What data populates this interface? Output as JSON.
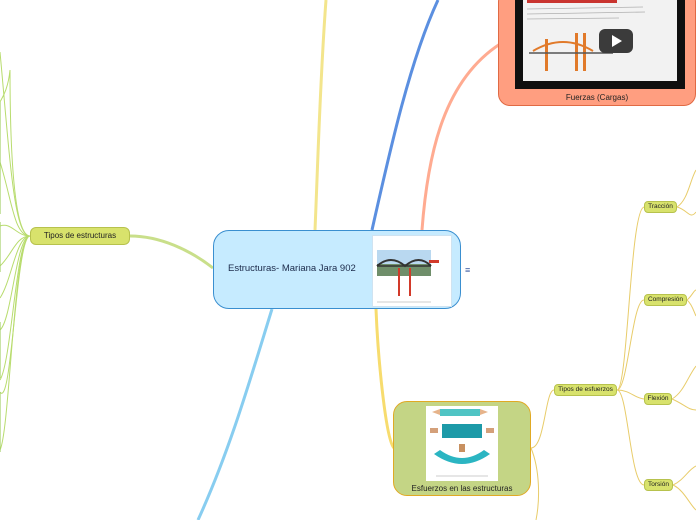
{
  "central": {
    "label": "Estructuras- Mariana Jara 902",
    "notes_icon": "notes-icon",
    "image_icon": "bridge-diagram-image"
  },
  "left_branch": {
    "label": "Tipos de estructuras"
  },
  "fuerzas": {
    "label": "Fuerzas (Cargas)",
    "video_icon": "play-icon"
  },
  "esfuerzos": {
    "label": "Esfuerzos en las estructuras",
    "image_icon": "stress-diagram-image",
    "child": {
      "label": "Tipos de esfuerzos",
      "items": [
        {
          "label": "Tracción"
        },
        {
          "label": "Compresión"
        },
        {
          "label": "Flexión"
        },
        {
          "label": "Torsión"
        }
      ]
    }
  },
  "colors": {
    "central_fill": "#c6ebff",
    "central_border": "#3a8fd0",
    "fuerzas_fill": "#ff9e80",
    "esfuerzos_fill": "#c4d585",
    "esfuerzos_border": "#e0a924",
    "pill_fill": "#d8e26c",
    "left_branch_line": "#a5d06a",
    "blue_branch_line": "#5b8fe0",
    "lightblue_branch_line": "#7cc7ee",
    "yellow_branch_line": "#f5e27a",
    "salmon_branch_line": "#ff9e80"
  }
}
